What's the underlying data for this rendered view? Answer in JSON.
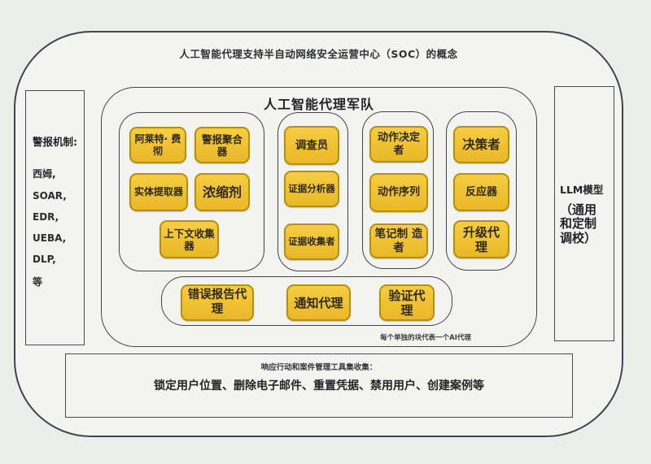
{
  "title": "人工智能代理支持半自动网络安全运营中心（SOC）的概念",
  "left_panel": {
    "heading": "警报机制:",
    "items": [
      "西姆,",
      "SOAR,",
      "EDR,",
      "UEBA,",
      "DLP,",
      "等"
    ]
  },
  "right_panel": {
    "heading": "LLM模型",
    "subtext": "（通用 和定制 调校）"
  },
  "army": {
    "title": "人工智能代理军队",
    "groups": [
      {
        "boxes": [
          "阿莱特· 费彻",
          "警报聚合 器",
          "实体提取器",
          "浓缩剂",
          "上下文收集 器"
        ]
      },
      {
        "boxes": [
          "调查员",
          "证据分析器",
          "证据收集者"
        ]
      },
      {
        "boxes": [
          "动作决定 者",
          "动作序列",
          "笔记制 造者"
        ]
      },
      {
        "boxes": [
          "决策者",
          "反应器",
          "升级代理"
        ]
      }
    ],
    "bottom_row": [
      "错误报告代理",
      "通知代理",
      "验证代理"
    ],
    "caption": "每个单独的块代表一个AI代理"
  },
  "bottom_panel": {
    "heading": "响应行动和案件管理工具集收集：",
    "body": "锁定用户位置、删除电子邮件、重置凭据、禁用用户、创建案例等"
  },
  "colors": {
    "agent_box_fill": "#EFC132",
    "agent_box_border": "#B3900F",
    "outline": "#3F4450",
    "background": "#ECEEEB"
  }
}
